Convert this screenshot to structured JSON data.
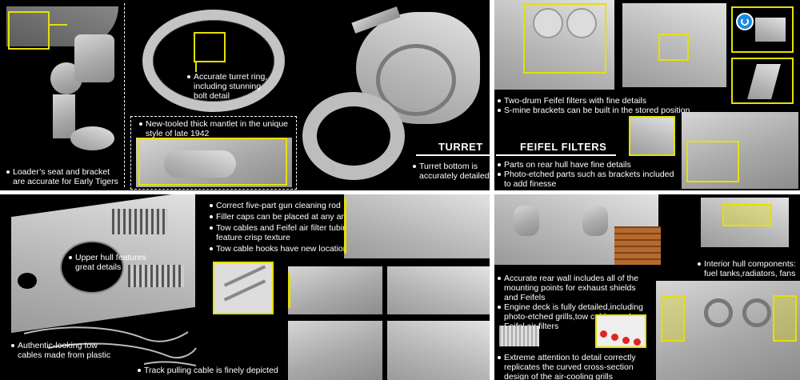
{
  "captions": {
    "loader_seat": [
      "Loader’s seat and bracket",
      "are accurate for Early Tigers"
    ],
    "turret_ring": [
      "Accurate turret ring,",
      "including stunning",
      "bolt detail"
    ],
    "mantlet": [
      "New-tooled thick mantlet in the unique",
      "style of late 1942"
    ],
    "turret_bottom": [
      "Turret bottom is",
      "accurately detailed"
    ],
    "feifel_filters": [
      "Two-drum Feifel filters with fine details"
    ],
    "s_mine": [
      "S-mine brackets can be built in the stored position"
    ],
    "rear_hull_parts": [
      "Parts on rear hull have fine details"
    ],
    "photo_etched": [
      "Photo-etched parts such as brackets included",
      "to add finesse"
    ],
    "upper_hull": [
      "Upper hull features",
      "great details"
    ],
    "gun_rod": [
      "Correct five-part gun cleaning rod"
    ],
    "filler_caps": [
      "Filler caps can be placed at any angle"
    ],
    "tow_cables_tubing": [
      "Tow cables and Feifel air filter tubing",
      "feature crisp texture"
    ],
    "tow_hooks": [
      "Tow cable hooks have new locations"
    ],
    "authentic_cables": [
      "Authentic-looking tow",
      "cables made from plastic"
    ],
    "track_cable": [
      "Track pulling cable is finely depicted"
    ],
    "rear_wall": [
      "Accurate rear wall includes all of the",
      "mounting points for exhaust shields",
      "and Feifels"
    ],
    "engine_deck": [
      "Engine deck is fully detailed,including",
      "photo-etched grills,tow cables and",
      "Feifel air filters"
    ],
    "grills": [
      "Extreme attention to detail correctly",
      "replicates the curved cross-section",
      "design of the air-cooling grills"
    ],
    "interior_hull": [
      "Interior hull components:",
      "fuel tanks,radiators, fans"
    ]
  },
  "headings": {
    "turret": "TURRET",
    "feifel": "FEIFEL FILTERS"
  },
  "colors": {
    "panel_bg": "#000000",
    "highlight": "#e6e000",
    "text": "#ffffff",
    "badge": "#1a8be0",
    "grill_cap": "#e02424"
  },
  "icons": {
    "rotate_badge": "rotate-icon"
  }
}
